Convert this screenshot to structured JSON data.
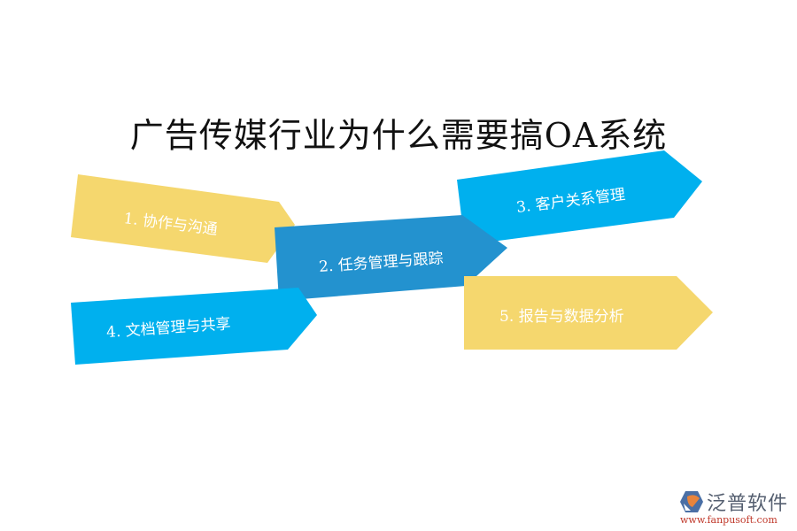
{
  "title": "广告传媒行业为什么需要搞OA系统",
  "colors": {
    "yellow": "#F5D76E",
    "cyan": "#00B0EE",
    "dark_blue": "#2392CF",
    "text_on_shape": "#FFFFFF",
    "title": "#111111"
  },
  "items": [
    {
      "label": "1. 协作与沟通",
      "color": "#F5D76E"
    },
    {
      "label": "2. 任务管理与跟踪",
      "color": "#2392CF"
    },
    {
      "label": "3. 客户关系管理",
      "color": "#00B0EE"
    },
    {
      "label": "4. 文档管理与共享",
      "color": "#00B0EE"
    },
    {
      "label": "5. 报告与数据分析",
      "color": "#F5D76E"
    }
  ],
  "logo": {
    "name": "泛普软件",
    "url": "www.fanpusoft.com"
  }
}
